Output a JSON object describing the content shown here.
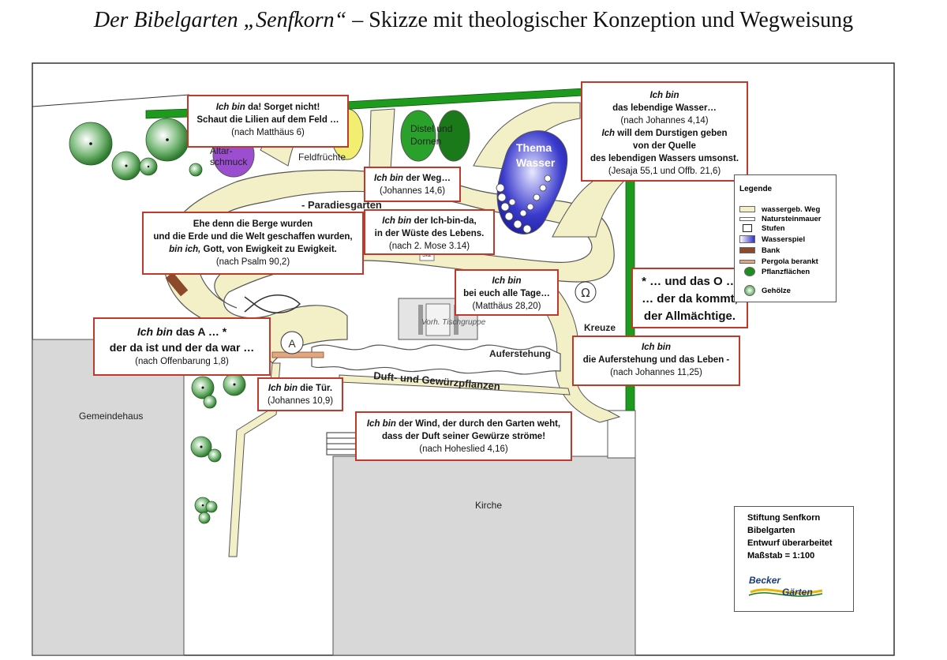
{
  "title": {
    "prefix": "Der Bibelgarten „Senfkorn“",
    "suffix": " – Skizze mit theologischer Konzeption und Wegweisung"
  },
  "callouts": {
    "lilien": {
      "l1a": "Ich bin",
      "l1b": " da! Sorget nicht!",
      "l2": "Schaut die Lilien auf dem Feld …",
      "l3": "(nach Matthäus 6)"
    },
    "wasser": {
      "l1": "Ich bin",
      "l2": "das lebendige Wasser…",
      "l3": "(nach Johannes 4,14)",
      "l4a": "Ich",
      "l4b": " will dem Durstigen geben",
      "l5": "von der Quelle",
      "l6": "des lebendigen Wassers umsonst.",
      "l7": "(Jesaja 55,1 und Offb. 21,6)"
    },
    "weg": {
      "l1a": "Ich bin",
      "l1b": " der Weg…",
      "l2": "(Johannes 14,6)"
    },
    "ichbinda": {
      "l1a": "Ich bin",
      "l1b": " der Ich-bin-da,",
      "l2": "in der Wüste des Lebens.",
      "l3": "(nach 2. Mose 3.14)"
    },
    "berge": {
      "l1": "Ehe denn die Berge wurden",
      "l2": "und die Erde und die Welt geschaffen wurden,",
      "l3a": "bin ich,",
      "l3b": " Gott, von Ewigkeit zu Ewigkeit.",
      "l4": "(nach Psalm 90,2)"
    },
    "tage": {
      "l1": "Ich bin",
      "l2": "bei euch alle Tage…",
      "l3": "(Matthäus 28,20)"
    },
    "omega": {
      "l1": "* … und das O …",
      "l2": "… der da kommt,",
      "l3": "der Allmächtige."
    },
    "alpha": {
      "l1a": "Ich bin",
      "l1b": " das A … *",
      "l2": "der da ist und der da war …",
      "l3": "(nach Offenbarung 1,8)"
    },
    "tuer": {
      "l1a": "Ich bin",
      "l1b": " die Tür.",
      "l2": "(Johannes 10,9)"
    },
    "auferstehung": {
      "l1": "Ich bin",
      "l2": "die Auferstehung und das Leben -",
      "l3": "(nach Johannes 11,25)"
    },
    "wind": {
      "l1a": "Ich bin",
      "l1b": " der Wind, der durch den Garten weht,",
      "l2": "dass der Duft seiner Gewürze ströme!",
      "l3": "(nach Hoheslied 4,16)"
    }
  },
  "labels": {
    "altar": "Altar-",
    "altar2": "schmuck",
    "feldfruechte": "Feldfrüchte",
    "distel": "Distel und",
    "distel2": "Dornen",
    "thema": "Thema",
    "thema2": "Wasser",
    "paradies": "- Paradiesgarten",
    "tisch": "Vorh. Tischgruppe",
    "auferstehung": "Auferstehung",
    "kreuze": "Kreuze",
    "duft": "Duft- und Gewürzpflanzen",
    "gemeindehaus": "Gemeindehaus",
    "kirche": "Kirche",
    "sitz": "Sitz"
  },
  "legend": {
    "title": "Legende",
    "items": [
      {
        "label": "wassergeb. Weg",
        "color": "#f3f0c8"
      },
      {
        "label": "Natursteinmauer",
        "color": "#ffffff"
      },
      {
        "label": "Stufen",
        "color": "#ffffff"
      },
      {
        "label": "Wasserspiel",
        "color": "#3232c8"
      },
      {
        "label": "Bank",
        "color": "#8b4a2b"
      },
      {
        "label": "Pergola berankt",
        "color": "#e0a880"
      },
      {
        "label": "Pflanzflächen",
        "color": "#1e8c1e"
      },
      {
        "label": "Gehölze",
        "color": "#4a9a4a"
      }
    ]
  },
  "stamp": {
    "l1": "Stiftung Senfkorn",
    "l2": "Bibelgarten",
    "l3": "Entwurf überarbeitet",
    "l4": "Maßstab = 1:100",
    "logo1": "Becker",
    "logo2": "Gärten"
  },
  "colors": {
    "path": "#f3f0c8",
    "hedge": "#1e9a1e",
    "callout_border": "#c0392b",
    "building": "#d8d8d8",
    "water": "#2828c0"
  }
}
